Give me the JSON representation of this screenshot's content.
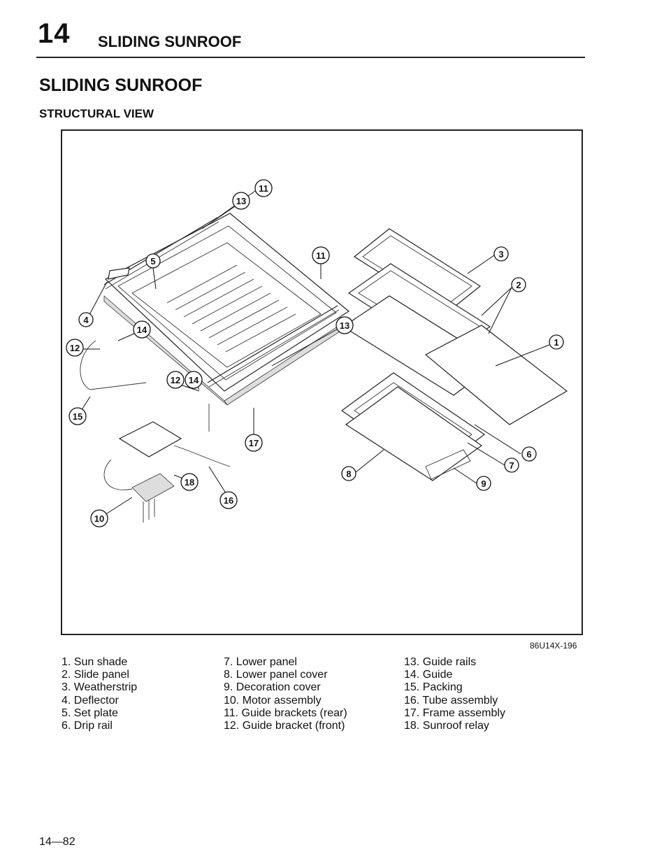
{
  "header": {
    "chapter_number": "14",
    "chapter_title": "SLIDING SUNROOF"
  },
  "section_title": "SLIDING SUNROOF",
  "subsection_title": "STRUCTURAL VIEW",
  "figure": {
    "code": "86U14X-196",
    "callouts": [
      "1",
      "2",
      "3",
      "4",
      "5",
      "6",
      "7",
      "8",
      "9",
      "10",
      "11",
      "11",
      "12",
      "12",
      "13",
      "13",
      "14",
      "14",
      "15",
      "16",
      "17",
      "18"
    ]
  },
  "legend": {
    "col1": [
      "1. Sun shade",
      "2. Slide panel",
      "3. Weatherstrip",
      "4. Deflector",
      "5. Set plate",
      "6. Drip rail"
    ],
    "col2": [
      "7. Lower panel",
      "8. Lower panel cover",
      "9. Decoration cover",
      "10. Motor assembly",
      "11. Guide brackets (rear)",
      "12. Guide bracket (front)"
    ],
    "col3": [
      "13. Guide rails",
      "14. Guide",
      "15. Packing",
      "16. Tube assembly",
      "17. Frame assembly",
      "18. Sunroof relay"
    ]
  },
  "page_number": "14—82"
}
